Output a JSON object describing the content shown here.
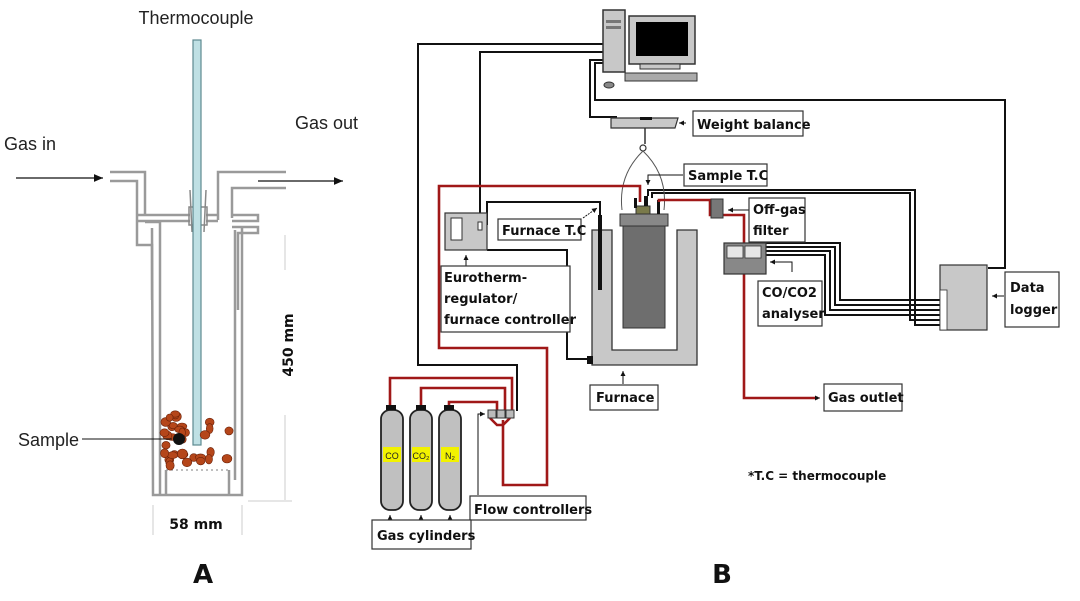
{
  "panel_a": {
    "panel_label": "A",
    "thermocouple_label": "Thermocouple",
    "gas_in_label": "Gas in",
    "gas_out_label": "Gas out",
    "sample_label": "Sample",
    "height_dimension": "450 mm",
    "width_dimension": "58 mm"
  },
  "panel_b": {
    "panel_label": "B",
    "labels": {
      "weight_balance": "Weight balance",
      "sample_tc": "Sample T.C",
      "furnace_tc": "Furnace T.C",
      "off_gas_filter_line1": "Off-gas",
      "off_gas_filter_line2": "filter",
      "eurotherm_line1": "Eurotherm-",
      "eurotherm_line2": "regulator/",
      "eurotherm_line3": "furnace controller",
      "analyser_line1": "CO/CO2",
      "analyser_line2": "analyser",
      "data_logger_line1": "Data",
      "data_logger_line2": "logger",
      "furnace": "Furnace",
      "gas_outlet": "Gas outlet",
      "flow_controllers": "Flow controllers",
      "gas_cylinders": "Gas cylinders"
    },
    "cylinders": [
      {
        "gas": "CO"
      },
      {
        "gas": "CO₂"
      },
      {
        "gas": "N₂"
      }
    ],
    "footnote": "*T.C = thermocouple"
  },
  "colors": {
    "gas_line": "#a01818",
    "thermocouple_tube": "#bfe0e4",
    "sample_particles": "#b5461a",
    "cylinder_label": "#f2f200",
    "equipment_gray": "#bdbdbd",
    "crucible_dark": "#6e6e6e"
  }
}
